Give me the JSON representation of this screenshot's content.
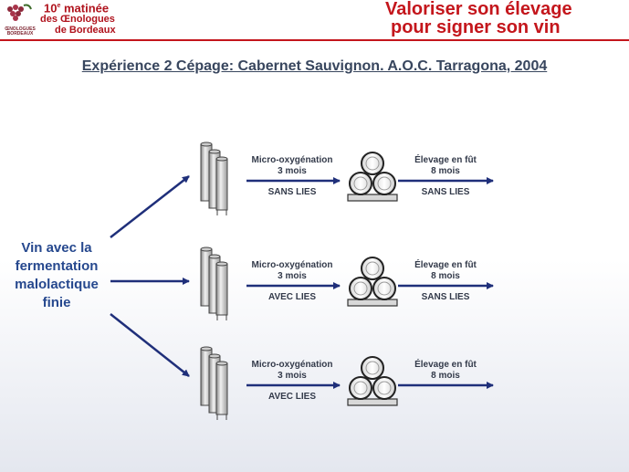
{
  "header": {
    "event_line1_num": "10",
    "event_line1_sup": "e",
    "event_line1_text": " matinée",
    "event_line2": "des Œnologues",
    "event_line3": "de Bordeaux",
    "logo_line1": "ŒNOLOGUES",
    "logo_line2": "BORDEAUX",
    "slogan_line1": "Valoriser son élevage",
    "slogan_line2": "pour signer son vin"
  },
  "title": "Expérience 2 Cépage: Cabernet Sauvignon. A.O.C. Tarragona, 2004",
  "source": {
    "lines": [
      "Vin avec la",
      "fermentation",
      "malolactique",
      "finie"
    ]
  },
  "branches": [
    {
      "step1": {
        "line1": "Micro-oxygénation",
        "line2": "3 mois",
        "lees": "SANS LIES"
      },
      "step2": {
        "line1": "Élevage en fût",
        "line2": "8 mois",
        "lees": "SANS LIES"
      }
    },
    {
      "step1": {
        "line1": "Micro-oxygénation",
        "line2": "3 mois",
        "lees": "AVEC LIES"
      },
      "step2": {
        "line1": "Élevage en fût",
        "line2": "8 mois",
        "lees": "SANS LIES"
      }
    },
    {
      "step1": {
        "line1": "Micro-oxygénation",
        "line2": "3 mois",
        "lees": "AVEC LIES"
      },
      "step2": {
        "line1": "Élevage en fût",
        "line2": "8 mois",
        "lees": ""
      }
    }
  ],
  "colors": {
    "accent_red": "#c4161c",
    "arrow_blue": "#1f2f7a",
    "source_blue": "#26488e",
    "title_gray": "#38465e"
  }
}
